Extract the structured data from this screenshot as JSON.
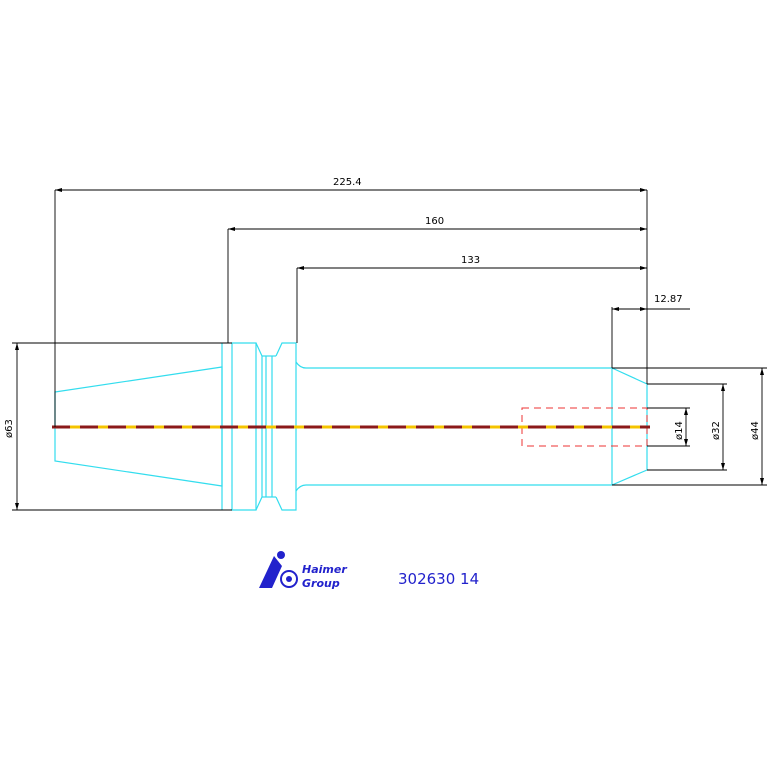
{
  "drawing": {
    "colors": {
      "outline": "#33ddee",
      "dimension": "#000000",
      "centerline_dash": "#8b1a1a",
      "centerline_base": "#f5c400",
      "hidden": "#ee3333",
      "brand": "#2222cc"
    },
    "dimensions": {
      "overall_length": "225.4",
      "length_160": "160",
      "length_133": "133",
      "collar_width": "12.87",
      "flange_diameter": "ø63",
      "bore_diameter": "ø14",
      "recess_diameter": "ø32",
      "shank_diameter": "ø44"
    },
    "title_block": {
      "logo_line1": "Haimer",
      "logo_line2": "Group",
      "logo_icon": "hoffmann-logo-icon",
      "part_number": "302630 14"
    }
  }
}
